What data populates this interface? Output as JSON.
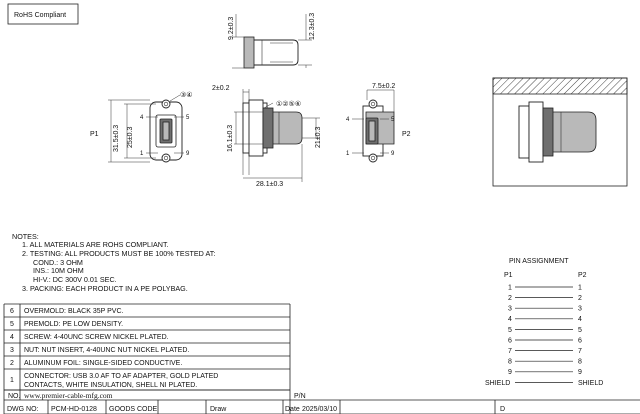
{
  "badge": "RoHS Compliant",
  "dims": {
    "top_h1": "9.2±0.3",
    "top_h2": "12.3±0.3",
    "side_w": "2±0.2",
    "side_bottom": "28.1±0.3",
    "side_h": "16.1±0.3",
    "side_h2": "21±0.3",
    "p2_top": "7.5±0.2",
    "p1_h1": "31.5±0.3",
    "p1_h2": "25±0.3"
  },
  "callouts": {
    "screw": "③④",
    "nut": "①②⑤⑥"
  },
  "front_labels": {
    "p1": "P1",
    "p2": "P2",
    "p1_pins": [
      "4",
      "5",
      "1",
      "9"
    ],
    "p2_pins": [
      "4",
      "5",
      "1",
      "9"
    ]
  },
  "notes": {
    "title": "NOTES:",
    "lines": [
      "1. ALL MATERIALS ARE ROHS COMPLIANT.",
      "2. TESTING: ALL PRODUCTS MUST BE 100% TESTED AT:",
      "COND.: 3 OHM",
      "INS.: 10M OHM",
      "HI-V.: DC 300V 0.01 SEC.",
      "3. PACKING: EACH PRODUCT IN A PE POLYBAG."
    ]
  },
  "pin_assignment": {
    "title": "PIN  ASSIGNMENT",
    "left_header": "P1",
    "right_header": "P2",
    "rows": [
      [
        "1",
        "1"
      ],
      [
        "2",
        "2"
      ],
      [
        "3",
        "3"
      ],
      [
        "4",
        "4"
      ],
      [
        "5",
        "5"
      ],
      [
        "6",
        "6"
      ],
      [
        "7",
        "7"
      ],
      [
        "8",
        "8"
      ],
      [
        "9",
        "9"
      ],
      [
        "SHIELD",
        "SHIELD"
      ]
    ]
  },
  "bom": [
    {
      "no": "6",
      "desc": "OVERMOLD: BLACK 35P PVC."
    },
    {
      "no": "5",
      "desc": "PREMOLD: PE LOW DENSITY."
    },
    {
      "no": "4",
      "desc": "SCREW: 4-40UNC SCREW NICKEL PLATED."
    },
    {
      "no": "3",
      "desc": "NUT: NUT INSERT, 4-40UNC NUT NICKEL PLATED."
    },
    {
      "no": "2",
      "desc": "ALUMINUM FOIL: SINGLE-SIDED CONDUCTIVE."
    },
    {
      "no": "1",
      "desc": "CONNECTOR: USB 3.0 AF TO AF ADAPTER, GOLD PLATED",
      "desc2": "CONTACTS, WHITE INSULATION, SHELL NI PLATED."
    }
  ],
  "title_block": {
    "no_label": "NO.",
    "website": "www.premier-cable-mfg.com",
    "pn_label": "P/N",
    "dwg_label": "DWG NO:",
    "dwg_value": "PCM-HD-0128",
    "goods_code": "GOODS CODE",
    "draw": "Draw",
    "date_label": "Date",
    "date_value": "2025/03/10",
    "d": "D"
  }
}
